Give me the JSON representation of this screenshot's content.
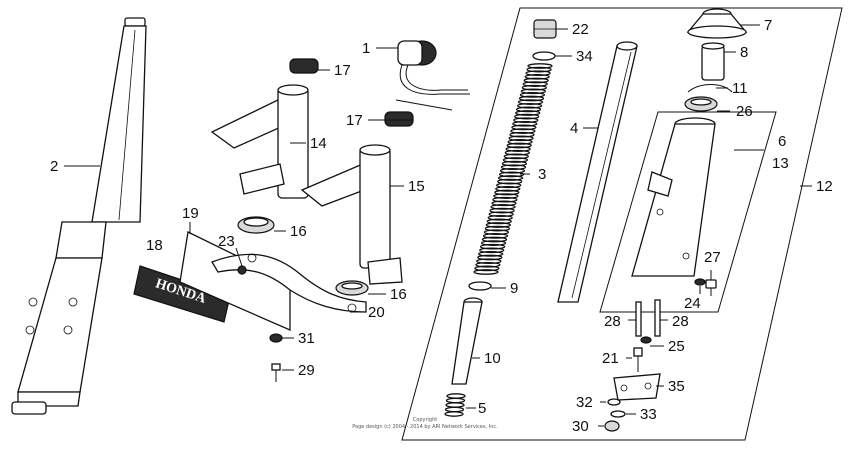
{
  "diagram": {
    "labels": [
      "1",
      "2",
      "3",
      "4",
      "5",
      "6",
      "7",
      "8",
      "9",
      "10",
      "11",
      "12",
      "13",
      "14",
      "15",
      "16",
      "16",
      "17",
      "17",
      "18",
      "19",
      "20",
      "21",
      "22",
      "23",
      "24",
      "25",
      "26",
      "27",
      "28",
      "28",
      "29",
      "30",
      "31",
      "32",
      "33",
      "34",
      "35"
    ],
    "emblem_text": "HONDA",
    "copyright_line1": "Copyright",
    "copyright_line2": "Page design (c) 2004 - 2014 by ARI Network Services, Inc."
  }
}
